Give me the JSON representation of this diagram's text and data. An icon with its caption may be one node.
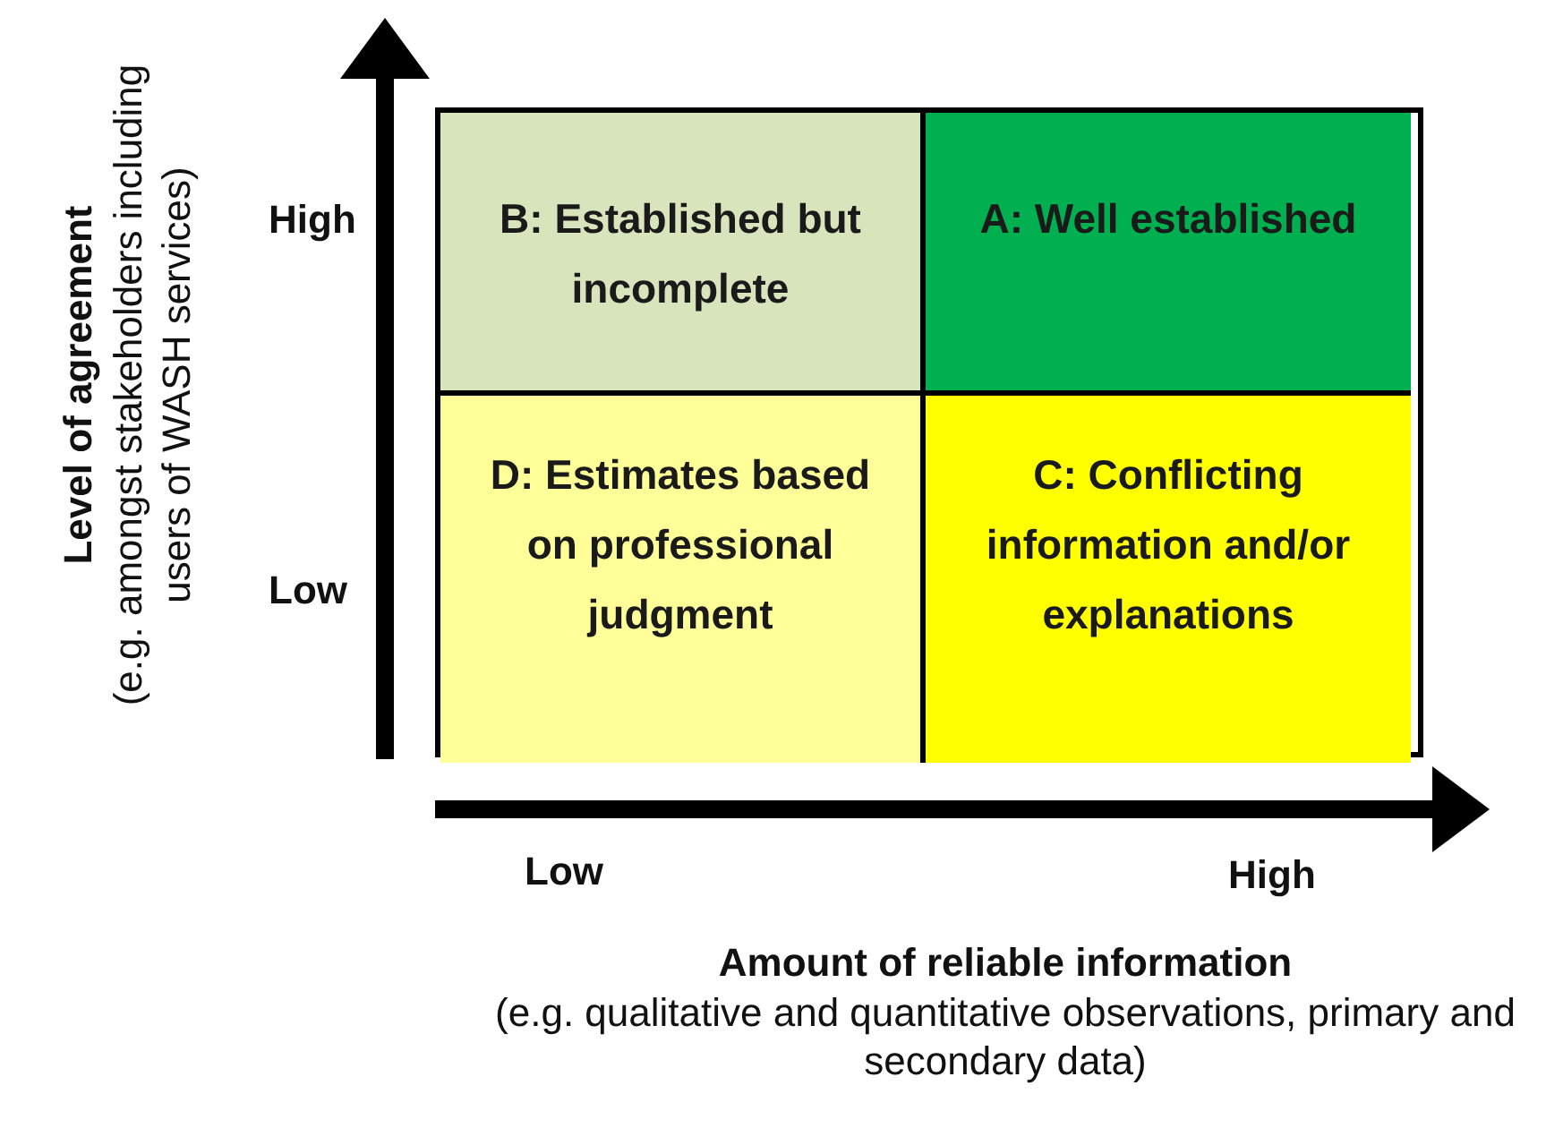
{
  "diagram": {
    "nodes": [
      {
        "text": [
          "B: Established but incomplete"
        ]
      },
      {
        "text": [
          "A: Well established"
        ]
      },
      {
        "text": [
          "D: Estimates based on professional judgment"
        ]
      },
      {
        "text": [
          "C: Conflicting information and/or explanations"
        ]
      }
    ],
    "labels": [
      "High",
      "Low",
      "Low",
      "High",
      "Level of agreement",
      "(e.g. amongst stakeholders including users of WASH services)",
      "Amount of reliable information",
      "(e.g. qualitative and quantitative observations, primary and secondary data)"
    ]
  }
}
